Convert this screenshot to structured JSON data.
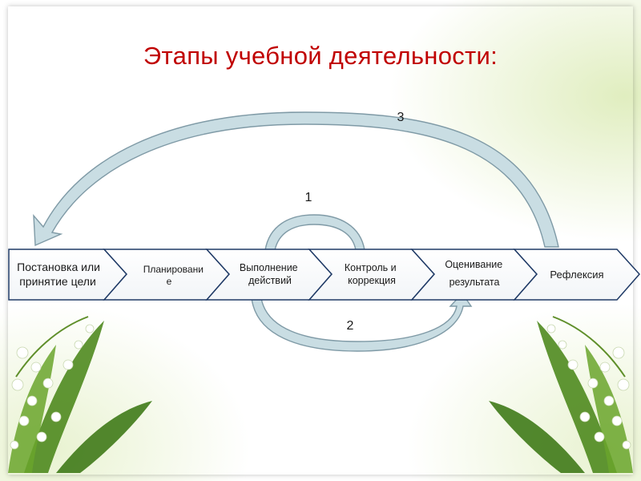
{
  "title": "Этапы учебной деятельности:",
  "stages": [
    {
      "lines": [
        "Постановка или",
        "принятие цели"
      ]
    },
    {
      "lines": [
        "Планировани",
        "е"
      ]
    },
    {
      "lines": [
        "Выполнение",
        "действий"
      ]
    },
    {
      "lines": [
        "Контроль и",
        "коррекция"
      ]
    },
    {
      "lines": [
        "Оценивание",
        "результата"
      ]
    },
    {
      "lines": [
        "Рефлексия"
      ]
    }
  ],
  "loops": {
    "top_small": "1",
    "bottom": "2",
    "top_large": "3"
  },
  "colors": {
    "title": "#c00000",
    "arrow_fill": "#c9dde3",
    "arrow_stroke": "#7f9aa6",
    "chevron_stroke": "#1f3a66"
  }
}
